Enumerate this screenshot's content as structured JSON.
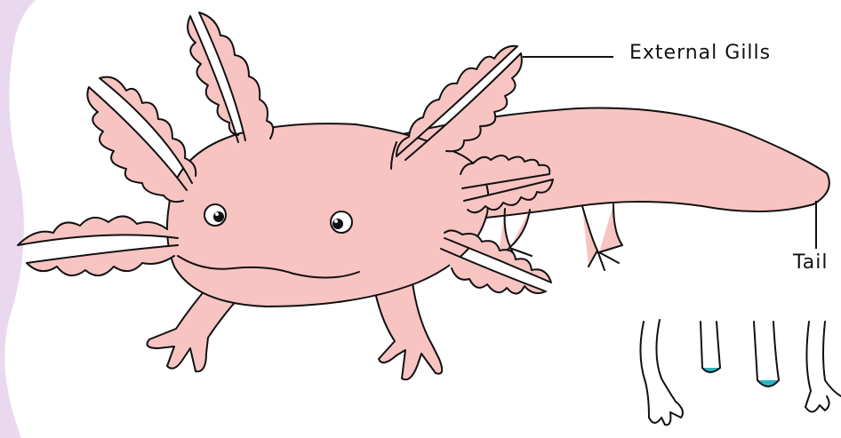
{
  "labels": {
    "external_gills": "External Gills",
    "tail": "Tail"
  },
  "colors": {
    "body": "#f7c4c2",
    "outline": "#111111",
    "side_blob": "#e9d8ee",
    "regen_tissue": "#2bb3c0"
  },
  "icons": [
    "axolotl-illustration",
    "eye-icon",
    "gill-icon",
    "leg-icon",
    "limb-regeneration-sequence"
  ]
}
